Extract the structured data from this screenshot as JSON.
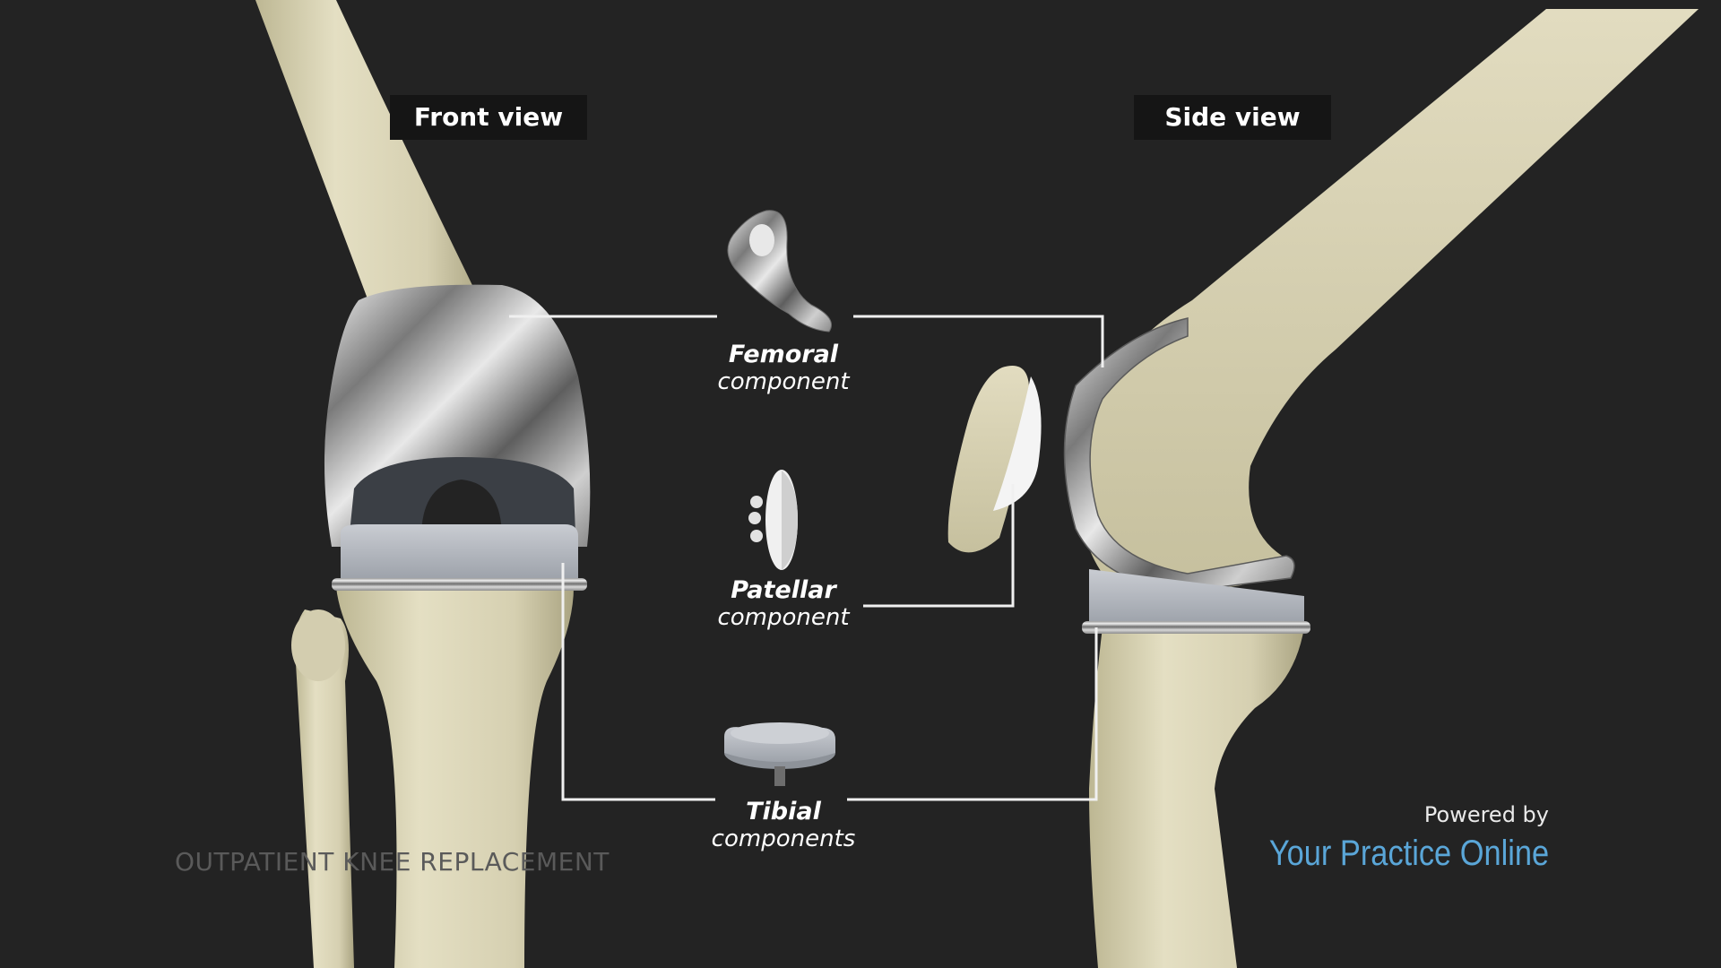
{
  "views": {
    "front": "Front view",
    "side": "Side view"
  },
  "components": [
    {
      "name": "Femoral",
      "desc": "component"
    },
    {
      "name": "Patellar",
      "desc": "component"
    },
    {
      "name": "Tibial",
      "desc": "components"
    }
  ],
  "watermark": "OUTPATIENT KNEE REPLACEMENT",
  "branding": {
    "powered_by": "Powered by",
    "logo": "Your Practice Online"
  },
  "colors": {
    "background": "#232323",
    "bone": "#d9d3b5",
    "metal": "#b8b8b8",
    "plastic": "#b4b8be",
    "connector": "#f0f0f0",
    "brand": "#5aa6d8"
  }
}
